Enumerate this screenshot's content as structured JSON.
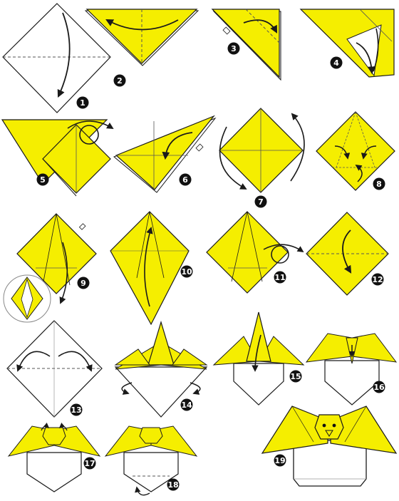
{
  "colors": {
    "paper_front": "#f5ee00",
    "paper_back": "#ffffff",
    "outline": "#1a1a1a",
    "badge": "#111111",
    "crease": "#999999",
    "eye": "#111111"
  },
  "steps": [
    {
      "number": "1",
      "icon": "square-diamond-white-fold-down"
    },
    {
      "number": "2",
      "icon": "triangle-yellow-fold-over"
    },
    {
      "number": "3",
      "icon": "half-triangle-fold-corner"
    },
    {
      "number": "4",
      "icon": "open-pocket-squash"
    },
    {
      "number": "5",
      "icon": "squash-flip-over"
    },
    {
      "number": "6",
      "icon": "repeat-other-side"
    },
    {
      "number": "7",
      "icon": "yellow-square-rotate"
    },
    {
      "number": "8",
      "icon": "preliminary-base-crease"
    },
    {
      "number": "9",
      "icon": "kite-fold-detail"
    },
    {
      "number": "10",
      "icon": "long-kite-fold-up"
    },
    {
      "number": "11",
      "icon": "turn-over"
    },
    {
      "number": "12",
      "icon": "fold-top-down"
    },
    {
      "number": "13",
      "icon": "white-square-fold-wings"
    },
    {
      "number": "14",
      "icon": "wings-fold-behind"
    },
    {
      "number": "15",
      "icon": "fold-tip-down"
    },
    {
      "number": "16",
      "icon": "pleat-head"
    },
    {
      "number": "17",
      "icon": "shape-head"
    },
    {
      "number": "18",
      "icon": "fold-bottom-behind"
    },
    {
      "number": "19",
      "icon": "finished-bird"
    }
  ]
}
